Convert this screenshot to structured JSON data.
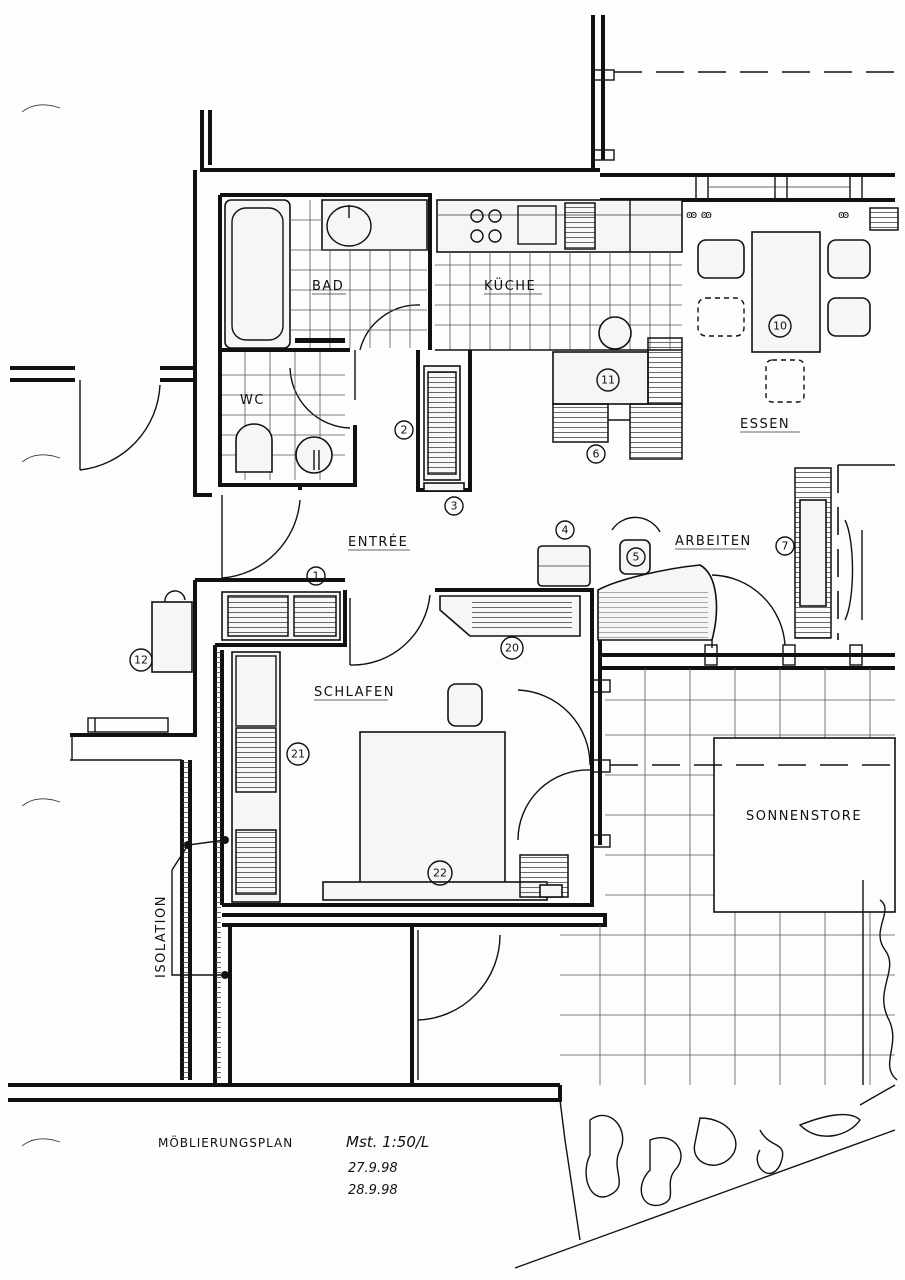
{
  "rooms": {
    "bad": "BAD",
    "kueche": "KÜCHE",
    "wc": "WC",
    "entree": "ENTRÉE",
    "essen": "ESSEN",
    "arbeiten": "ARBEITEN",
    "schlafen": "SCHLAFEN",
    "sonnenstore": "SONNENSTORE",
    "isolation": "ISOLATION"
  },
  "furniture_numbers": [
    "1",
    "2",
    "3",
    "4",
    "5",
    "6",
    "7",
    "10",
    "11",
    "12",
    "20",
    "21",
    "22"
  ],
  "title_block": {
    "title": "MÖBLIERUNGSPLAN",
    "scale": "Mst. 1:50/L",
    "dates": [
      "27.9.98",
      "28.9.98"
    ]
  },
  "colors": {
    "ink": "#111111",
    "paper": "#fdfdfc"
  }
}
